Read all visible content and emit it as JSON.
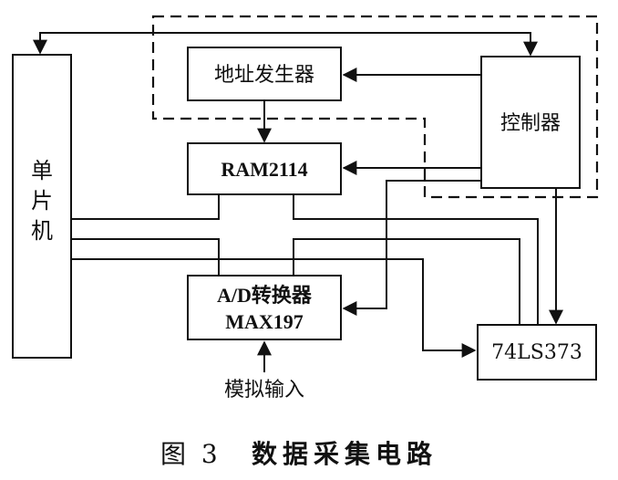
{
  "blocks": {
    "mcu": "单片机",
    "address_generator": "地址发生器",
    "ram": "RAM2114",
    "controller": "控制器",
    "adc_line1": "A/D转换器",
    "adc_line2": "MAX197",
    "latch": "74LS373"
  },
  "input_label": "模拟输入",
  "caption": {
    "figure_number": "图 3",
    "title": "数据采集电路"
  }
}
